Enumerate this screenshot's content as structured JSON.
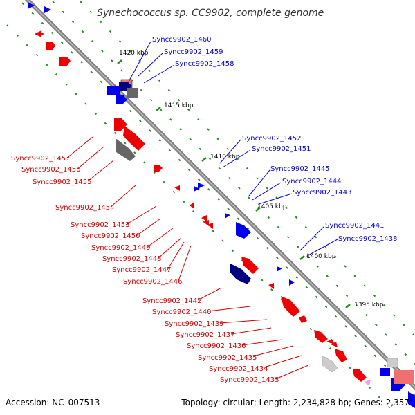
{
  "title": "Synechococcus sp. CC9902, complete genome",
  "accession": "Accession: NC_007513",
  "topology": "Topology: circular; Length: 2,234,828 bp; Genes: 2,357",
  "colors": {
    "forward_gene": "#0000ee",
    "reverse_gene": "#ee0000",
    "dark_gene": "#000080",
    "grey_gene": "#666666",
    "pink_gene": "#f07070",
    "backbone": "#808080",
    "tick": "#228b22",
    "blue_label": "#0000cc",
    "red_label": "#cc0000"
  },
  "kbp_ticks": [
    "1420 kbp",
    "1415 kbp",
    "1410 kbp",
    "1405 kbp",
    "1400 kbp",
    "1395 kbp"
  ],
  "forward_labels": [
    "Syncc9902_1460",
    "Syncc9902_1459",
    "Syncc9902_1458",
    "Syncc9902_1452",
    "Syncc9902_1451",
    "Syncc9902_1445",
    "Syncc9902_1444",
    "Syncc9902_1443",
    "Syncc9902_1441",
    "Syncc9902_1438"
  ],
  "reverse_labels": [
    "Syncc9902_1457",
    "Syncc9902_1456",
    "Syncc9902_1455",
    "Syncc9902_1454",
    "Syncc9902_1453",
    "Syncc9902_1450",
    "Syncc9902_1449",
    "Syncc9902_1448",
    "Syncc9902_1447",
    "Syncc9902_1446",
    "Syncc9902_1442",
    "Syncc9902_1440",
    "Syncc9902_1439",
    "Syncc9902_1437",
    "Syncc9902_1436",
    "Syncc9902_1435",
    "Syncc9902_1434",
    "Syncc9902_1433"
  ]
}
